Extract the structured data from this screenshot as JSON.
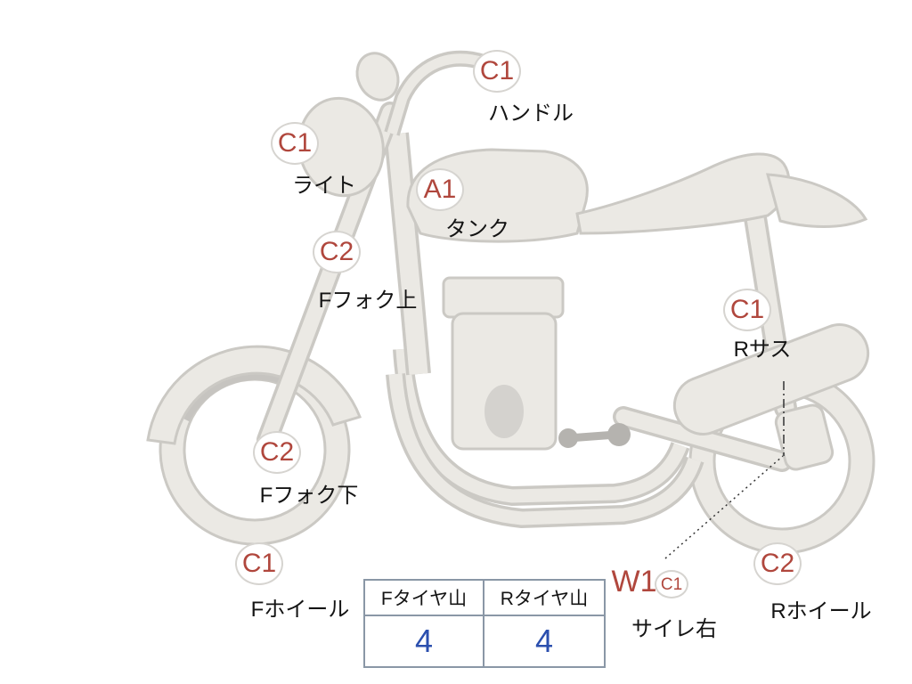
{
  "diagram": {
    "title": "motorcycle-condition-diagram",
    "colors": {
      "grade_text": "#b0473d",
      "tire_value_text": "#2b4fae",
      "body_fill": "#ebe9e4",
      "body_outline": "#cbc9c4"
    }
  },
  "annotations": [
    {
      "part": "handlebar",
      "grade": "C1",
      "label": "ハンドル"
    },
    {
      "part": "light",
      "grade": "C1",
      "label": "ライト"
    },
    {
      "part": "tank",
      "grade": "A1",
      "label": "タンク"
    },
    {
      "part": "front-fork-upper",
      "grade": "C2",
      "label": "Fフォク上"
    },
    {
      "part": "rear-suspension",
      "grade": "C1",
      "label": "Rサス"
    },
    {
      "part": "front-fork-lower",
      "grade": "C2",
      "label": "Fフォク下"
    },
    {
      "part": "front-wheel",
      "grade": "C1",
      "label": "Fホイール"
    },
    {
      "part": "silencer-right",
      "grade": "W1",
      "sub_grade": "C1",
      "label": "サイレ右"
    },
    {
      "part": "rear-wheel",
      "grade": "C2",
      "label": "Rホイール"
    }
  ],
  "tire_table": {
    "headers": [
      "Fタイヤ山",
      "Rタイヤ山"
    ],
    "values": [
      "4",
      "4"
    ]
  }
}
